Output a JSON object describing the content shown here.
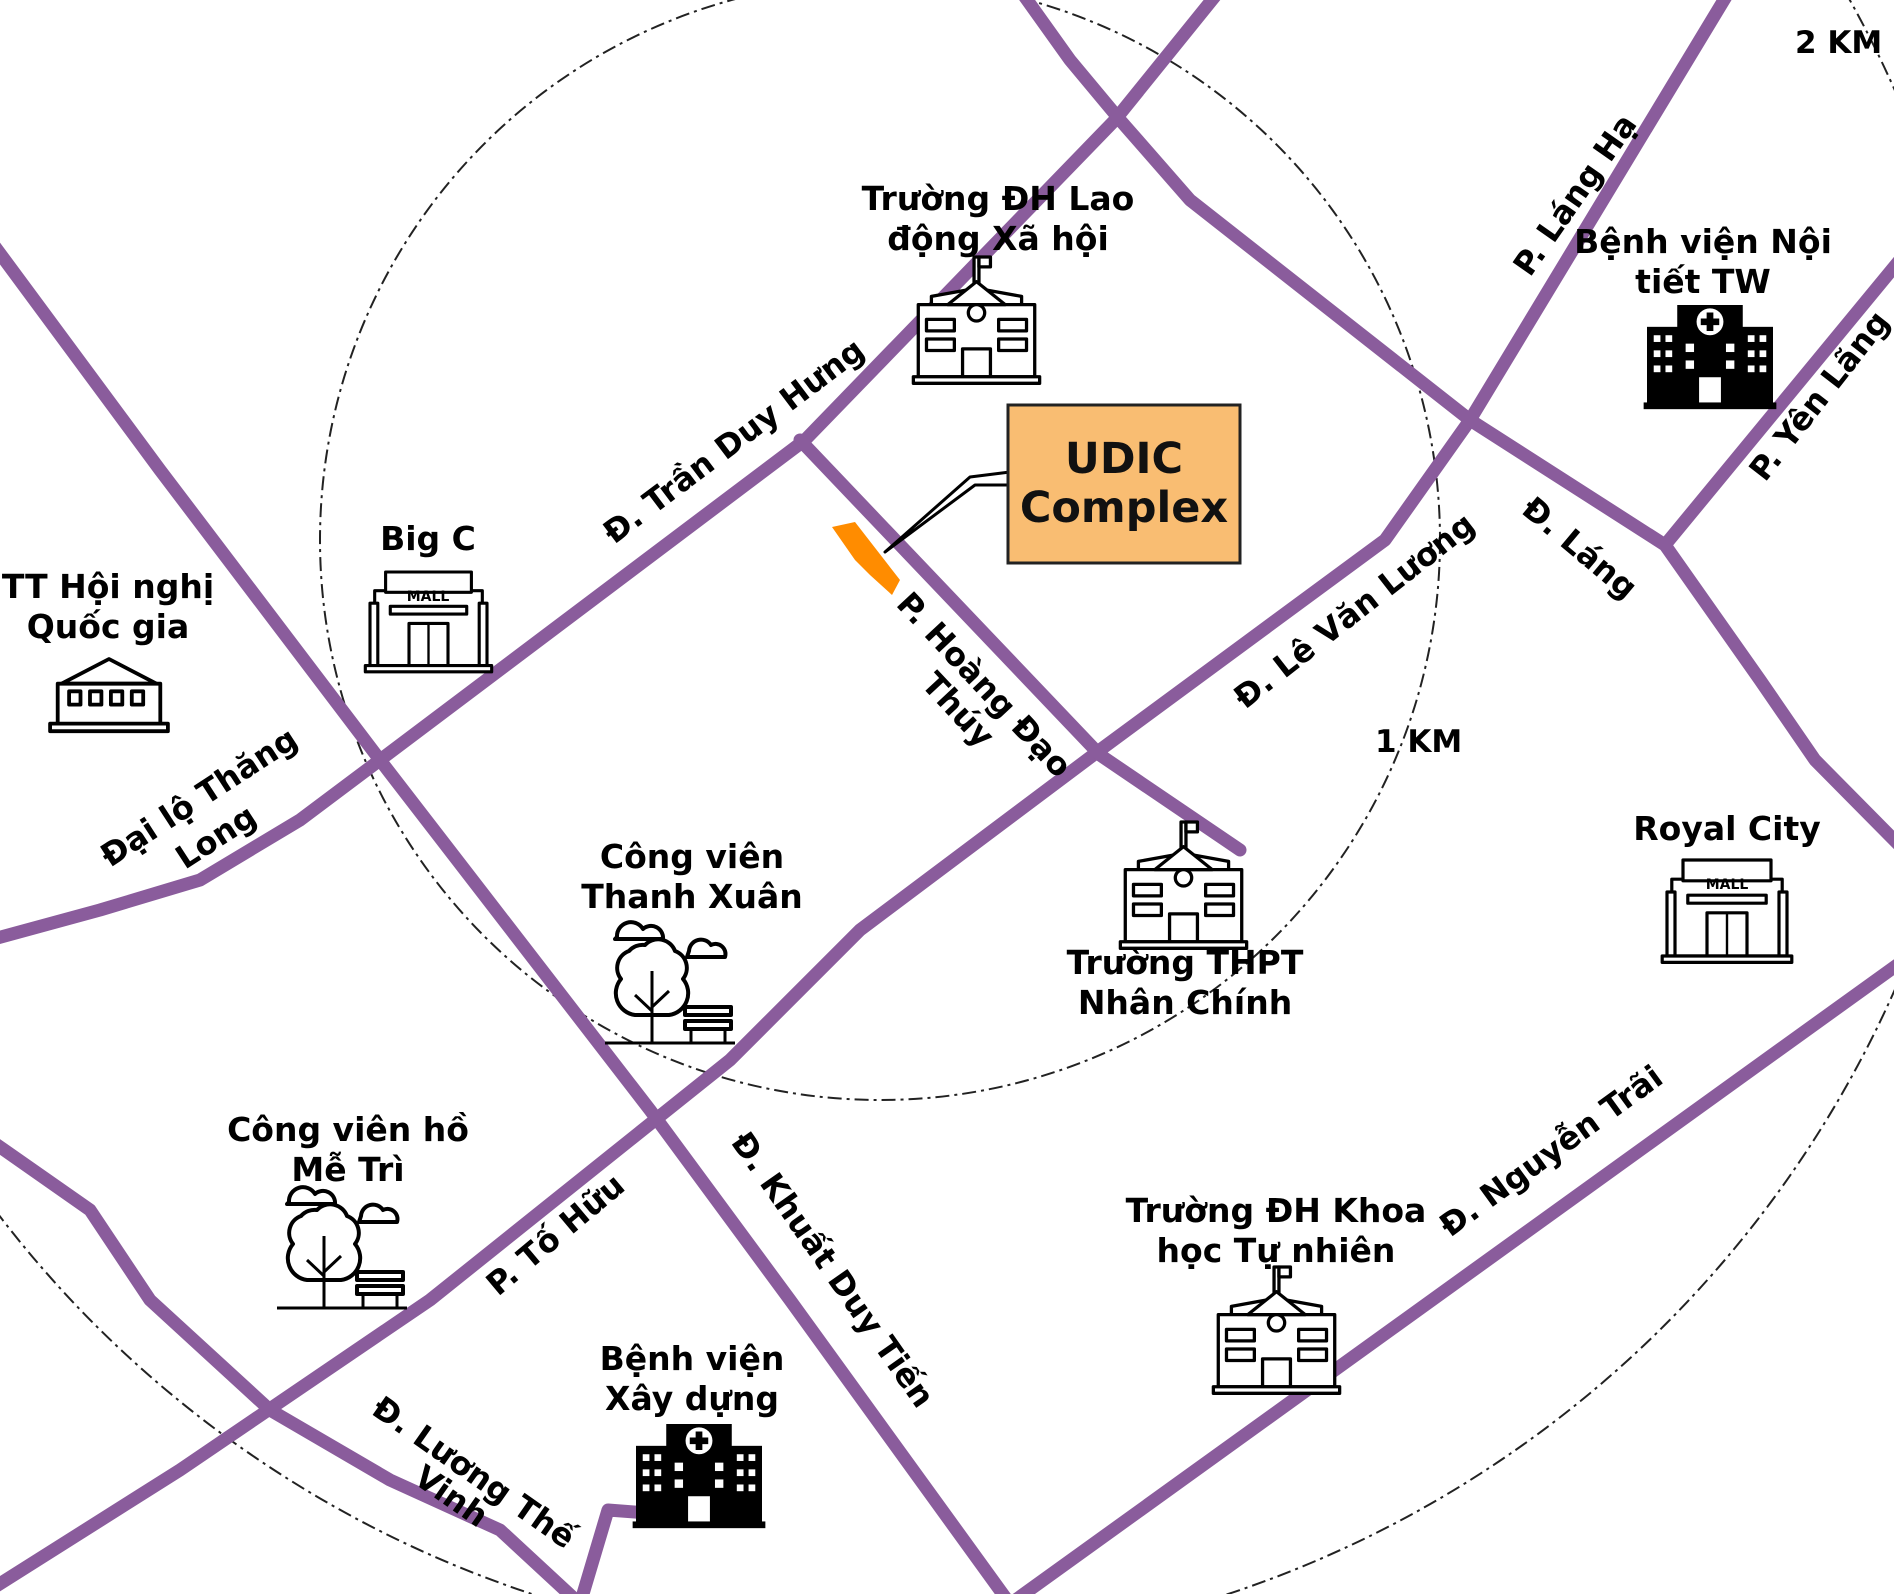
{
  "rings": [
    {
      "label": "1 KM"
    },
    {
      "label": "2 KM"
    }
  ],
  "project": {
    "line1": "UDIC",
    "line2": "Complex",
    "box_color": "#f9bd72",
    "site_color": "#ff8c00"
  },
  "road_color": "#8a5c9c",
  "roads": {
    "tran_duy_hung": "Đ. Trần Duy Hưng",
    "lang_ha": "P. Láng Hạ",
    "yen_lang": "P. Yên Lãng",
    "lang": "Đ. Láng",
    "le_van_luong": "Đ. Lê Văn Lương",
    "hoang_dao_thuy_1": "P. Hoàng Đạo",
    "hoang_dao_thuy_2": "Thúy",
    "dai_lo_thang_long_1": "Đại lộ Thăng",
    "dai_lo_thang_long_2": "Long",
    "to_huu": "P. Tố Hữu",
    "khuat_duy_tien": "Đ. Khuất Duy Tiến",
    "nguyen_trai": "Đ. Nguyễn Trãi",
    "luong_the_vinh_1": "Đ. Lương Thế",
    "luong_the_vinh_2": "Vinh"
  },
  "places": {
    "dh_lao_dong": {
      "line1": "Trường ĐH Lao",
      "line2": "động Xã hội",
      "icon": "school-icon"
    },
    "bv_noi_tiet": {
      "line1": "Bệnh viện Nội",
      "line2": "tiết TW",
      "icon": "hospital-icon"
    },
    "big_c": {
      "line1": "Big C",
      "icon": "mall-icon",
      "sign": "MALL"
    },
    "tt_hoi_nghi": {
      "line1": "TT Hội nghị",
      "line2": "Quốc gia",
      "icon": "convention-center-icon"
    },
    "royal_city": {
      "line1": "Royal City",
      "icon": "mall-icon",
      "sign": "MALL"
    },
    "thpt_nhan_chinh": {
      "line1": "Trường THPT",
      "line2": "Nhân Chính",
      "icon": "school-icon"
    },
    "cv_thanh_xuan": {
      "line1": "Công viên",
      "line2": "Thanh Xuân",
      "icon": "park-icon"
    },
    "cv_me_tri": {
      "line1": "Công viên hồ",
      "line2": "Mễ Trì",
      "icon": "park-icon"
    },
    "dh_khtn": {
      "line1": "Trường ĐH Khoa",
      "line2": "học Tự nhiên",
      "icon": "school-icon"
    },
    "bv_xay_dung": {
      "line1": "Bệnh viện",
      "line2": "Xây dựng",
      "icon": "hospital-icon"
    }
  }
}
